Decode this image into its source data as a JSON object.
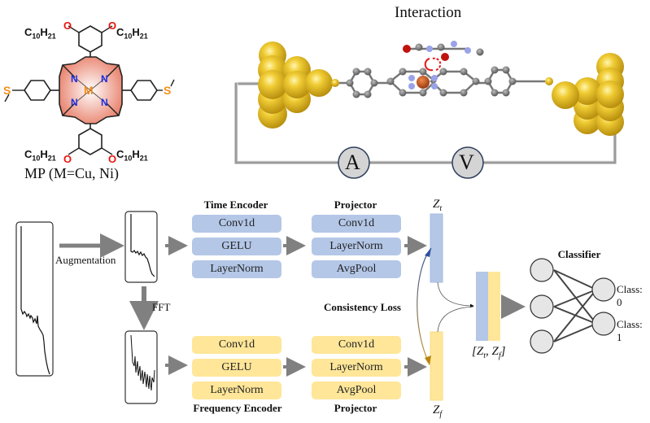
{
  "molecule": {
    "substituents": [
      "C10H21",
      "O",
      "C10H21",
      "O",
      "C10H21",
      "O",
      "C10H21",
      "O"
    ],
    "core_atoms": [
      "N",
      "N",
      "N",
      "N"
    ],
    "metal": "M",
    "thiol": "S",
    "caption": "MP (M=Cu, Ni)",
    "colors": {
      "oxygen": "#e8150f",
      "nitrogen": "#1a2ee6",
      "metal": "#f08a1c",
      "sulfur": "#f0901a",
      "porphyrin_fill": "#e9836e"
    }
  },
  "junction": {
    "title": "Interaction",
    "meters": [
      {
        "symbol": "A",
        "name": "ammeter"
      },
      {
        "symbol": "V",
        "name": "voltmeter"
      }
    ],
    "colors": {
      "gold": "#e3b91f",
      "metal_center": "#c4541e",
      "carbon": "#6e6e6e",
      "nitrogen": "#9aa3e8",
      "oxygen": "#c0130f",
      "rotation_arrow": "#e51616"
    }
  },
  "pipeline": {
    "augmentation_label": "Augmentation",
    "fft_label": "FFT",
    "time_encoder": {
      "title": "Time Encoder",
      "layers": [
        "Conv1d",
        "GELU",
        "LayerNorm"
      ]
    },
    "time_projector": {
      "title": "Projector",
      "layers": [
        "Conv1d",
        "LayerNorm",
        "AvgPool"
      ]
    },
    "freq_encoder": {
      "title": "Frequency Encoder",
      "layers": [
        "Conv1d",
        "GELU",
        "LayerNorm"
      ]
    },
    "freq_projector": {
      "title": "Projector",
      "layers": [
        "Conv1d",
        "LayerNorm",
        "AvgPool"
      ]
    },
    "zt_label": "Z",
    "zt_sub": "t",
    "zf_label": "Z",
    "zf_sub": "f",
    "consistency_label": "Consistency Loss",
    "concat_label": "[Zt, Zf]",
    "classifier": {
      "title": "Classifier",
      "outputs": [
        "Class: 0",
        "Class: 1"
      ],
      "input_nodes": 3,
      "output_nodes": 2
    },
    "colors": {
      "time": "#b4c7e7",
      "freq": "#ffe699",
      "arrow": "#808080",
      "node_fill": "#e6e6e6"
    }
  }
}
